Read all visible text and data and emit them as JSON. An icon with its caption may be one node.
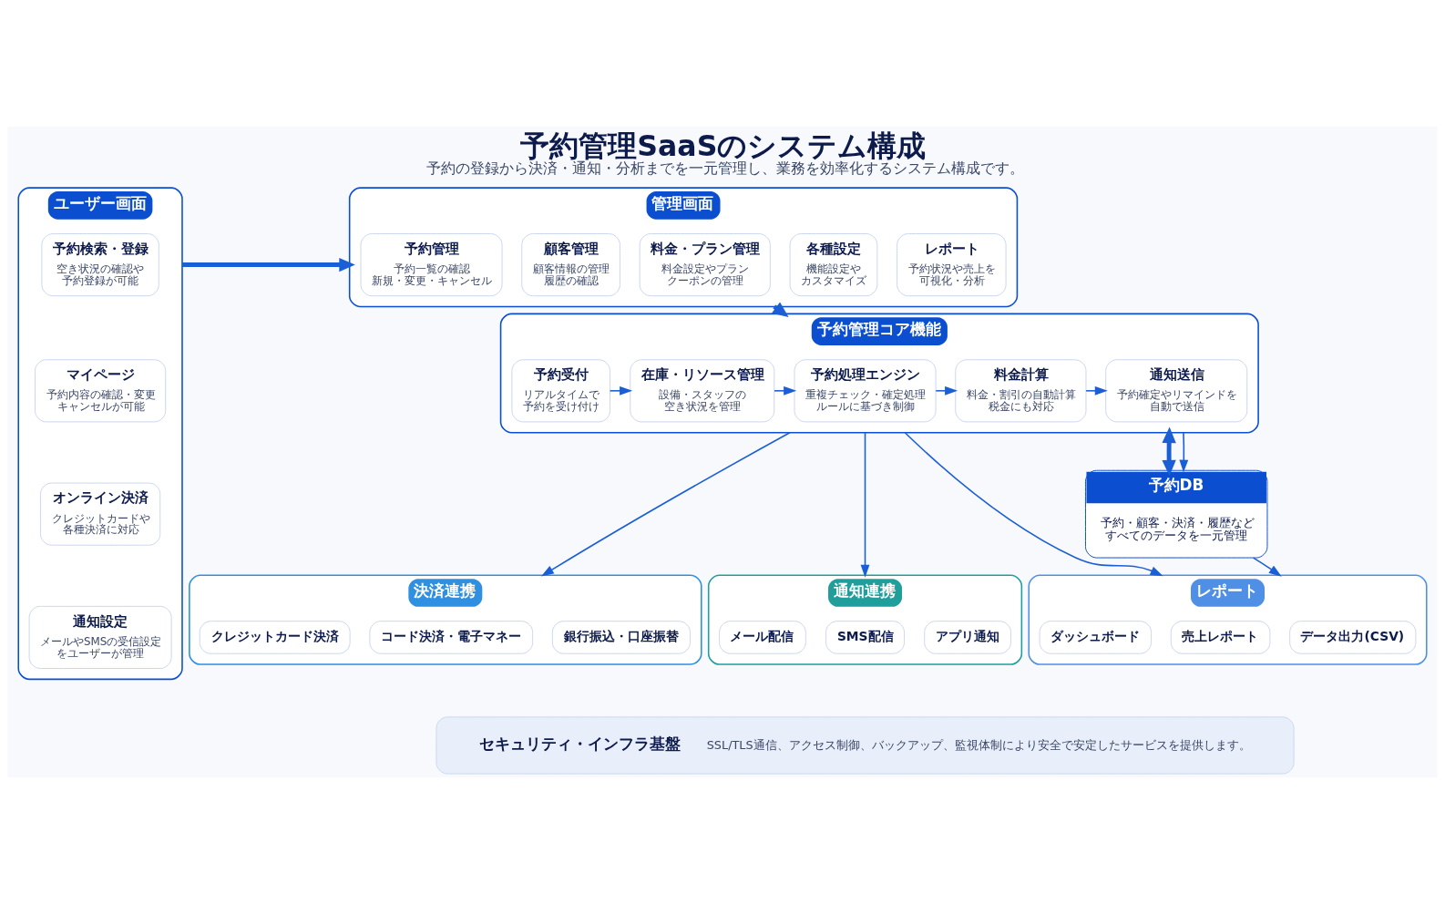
{
  "diagram": {
    "title": "予約管理SaaSのシステム構成",
    "caption": "予約の登録から決済・通知・分析までを一元管理し、業務を効率化するシステム構成です。",
    "nodes": [
      {
        "text": [
          "ユーザー画面"
        ]
      },
      {
        "text": [
          "予約検索・登録",
          "空き状況の確認や予約登録が可能"
        ],
        "in": 0
      },
      {
        "text": [
          "マイページ",
          "予約内容の確認・変更キャンセルが可能"
        ],
        "in": 0
      },
      {
        "text": [
          "オンライン決済",
          "クレジットカードや各種決済に対応"
        ],
        "in": 0
      },
      {
        "text": [
          "通知設定",
          "メールやSMSの受信設定をユーザーが管理"
        ],
        "in": 0
      },
      {
        "text": [
          "管理画面"
        ]
      },
      {
        "text": [
          "予約管理",
          "予約一覧の確認新規・変更・キャンセル"
        ],
        "in": 5
      },
      {
        "text": [
          "顧客管理",
          "顧客情報の管理履歴の確認"
        ],
        "in": 5
      },
      {
        "text": [
          "料金・プラン管理",
          "料金設定やプランクーポンの管理"
        ],
        "in": 5
      },
      {
        "text": [
          "各種設定",
          "機能設定やカスタマイズ"
        ],
        "in": 5
      },
      {
        "text": [
          "レポート",
          "予約状況や売上を可視化・分析"
        ],
        "in": 5
      },
      {
        "text": [
          "予約管理コア機能"
        ]
      },
      {
        "text": [
          "予約受付",
          "リアルタイムで予約を受け付け"
        ],
        "in": 11
      },
      {
        "text": [
          "在庫・リソース管理",
          "設備・スタッフの空き状況を管理"
        ],
        "in": 11
      },
      {
        "text": [
          "予約処理エンジン",
          "重複チェック・確定処理ルールに基づき制御"
        ],
        "in": 11
      },
      {
        "text": [
          "料金計算",
          "料金・割引の自動計算税金にも対応"
        ],
        "in": 11
      },
      {
        "text": [
          "通知送信",
          "予約確定やリマインドを自動で送信"
        ],
        "in": 11
      },
      {
        "text": [
          "予約DB",
          "予約・顧客・決済・履歴などすべてのデータを一元管理"
        ]
      },
      {
        "text": [
          "決済連携"
        ]
      },
      {
        "text": [
          "クレジットカード決済"
        ],
        "in": 18
      },
      {
        "text": [
          "コード決済・電子マネー"
        ],
        "in": 18
      },
      {
        "text": [
          "銀行振込・口座振替"
        ],
        "in": 18
      },
      {
        "text": [
          "通知連携"
        ]
      },
      {
        "text": [
          "メール配信"
        ],
        "in": 22
      },
      {
        "text": [
          "SMS配信"
        ],
        "in": 22
      },
      {
        "text": [
          "アプリ通知"
        ],
        "in": 22
      },
      {
        "text": [
          "レポート"
        ]
      },
      {
        "text": [
          "ダッシュボード"
        ],
        "in": 26
      },
      {
        "text": [
          "売上レポート"
        ],
        "in": 26
      },
      {
        "text": [
          "データ出力(CSV)"
        ],
        "in": 26
      },
      {
        "text": [
          "セキュリティ・インフラ基盤",
          "SSL/TLS通信、アクセス制御、バックアップ、監視体制により安全で安定したサービスを提供します。"
        ]
      }
    ],
    "edges": [
      {
        "from": 0,
        "to": 5,
        "arrow": "to",
        "style": "thick"
      },
      {
        "from": 5,
        "to": 11,
        "arrow": "to",
        "style": "thick"
      },
      {
        "from": 11,
        "to": 17,
        "arrow": "both",
        "style": "thick"
      },
      {
        "from": 12,
        "to": 13,
        "arrow": "to"
      },
      {
        "from": 13,
        "to": 14,
        "arrow": "to"
      },
      {
        "from": 14,
        "to": 15,
        "arrow": "to"
      },
      {
        "from": 15,
        "to": 16,
        "arrow": "to"
      },
      {
        "from": 11,
        "to": 18,
        "arrow": "to"
      },
      {
        "from": 11,
        "to": 22,
        "arrow": "to"
      },
      {
        "from": 11,
        "to": 26,
        "arrow": "to"
      },
      {
        "from": 11,
        "to": 17,
        "arrow": "to"
      },
      {
        "from": 17,
        "to": 26,
        "arrow": "to"
      }
    ]
  }
}
